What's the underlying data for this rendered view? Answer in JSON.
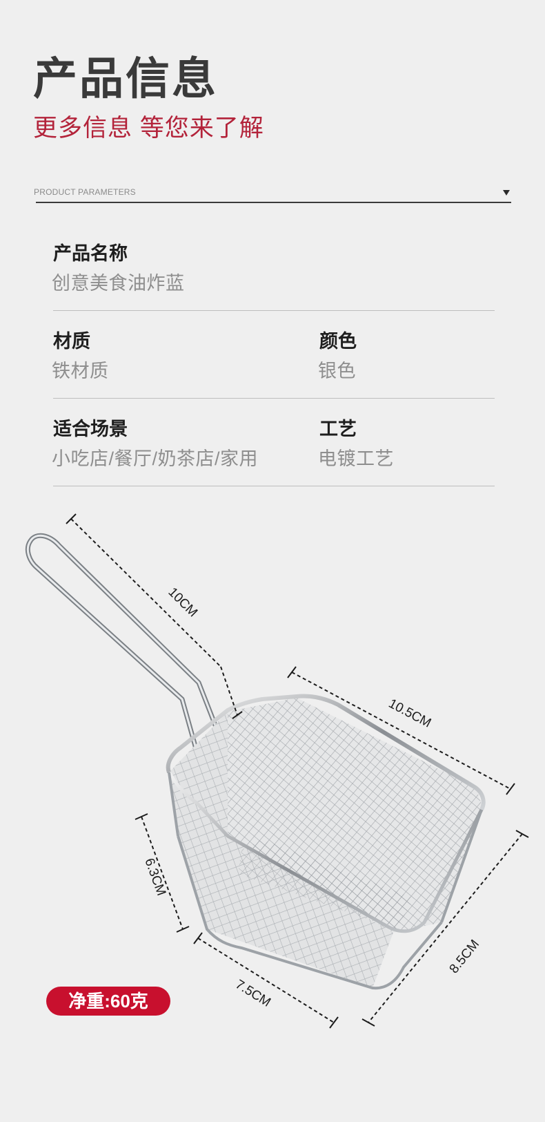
{
  "header": {
    "title": "产品信息",
    "subtitle": "更多信息 等您来了解"
  },
  "section": {
    "label": "PRODUCT PARAMETERS",
    "arrow_icon": "triangle-down-icon"
  },
  "params": {
    "name": {
      "label": "产品名称",
      "value": "创意美食油炸蓝"
    },
    "material": {
      "label": "材质",
      "value": "铁材质"
    },
    "color": {
      "label": "颜色",
      "value": "银色"
    },
    "scene": {
      "label": "适合场景",
      "value": "小吃店/餐厅/奶茶店/家用"
    },
    "craft": {
      "label": "工艺",
      "value": "电镀工艺"
    }
  },
  "dimensions": {
    "handle_length": "10CM",
    "basket_length": "10.5CM",
    "basket_width": "8.5CM",
    "height": "6.3CM",
    "bottom_width": "7.5CM"
  },
  "weight": "净重:60克",
  "colors": {
    "background": "#efefef",
    "title": "#3a3a3a",
    "accent_red": "#c8102e",
    "subtitle_red": "#b3233a"
  }
}
